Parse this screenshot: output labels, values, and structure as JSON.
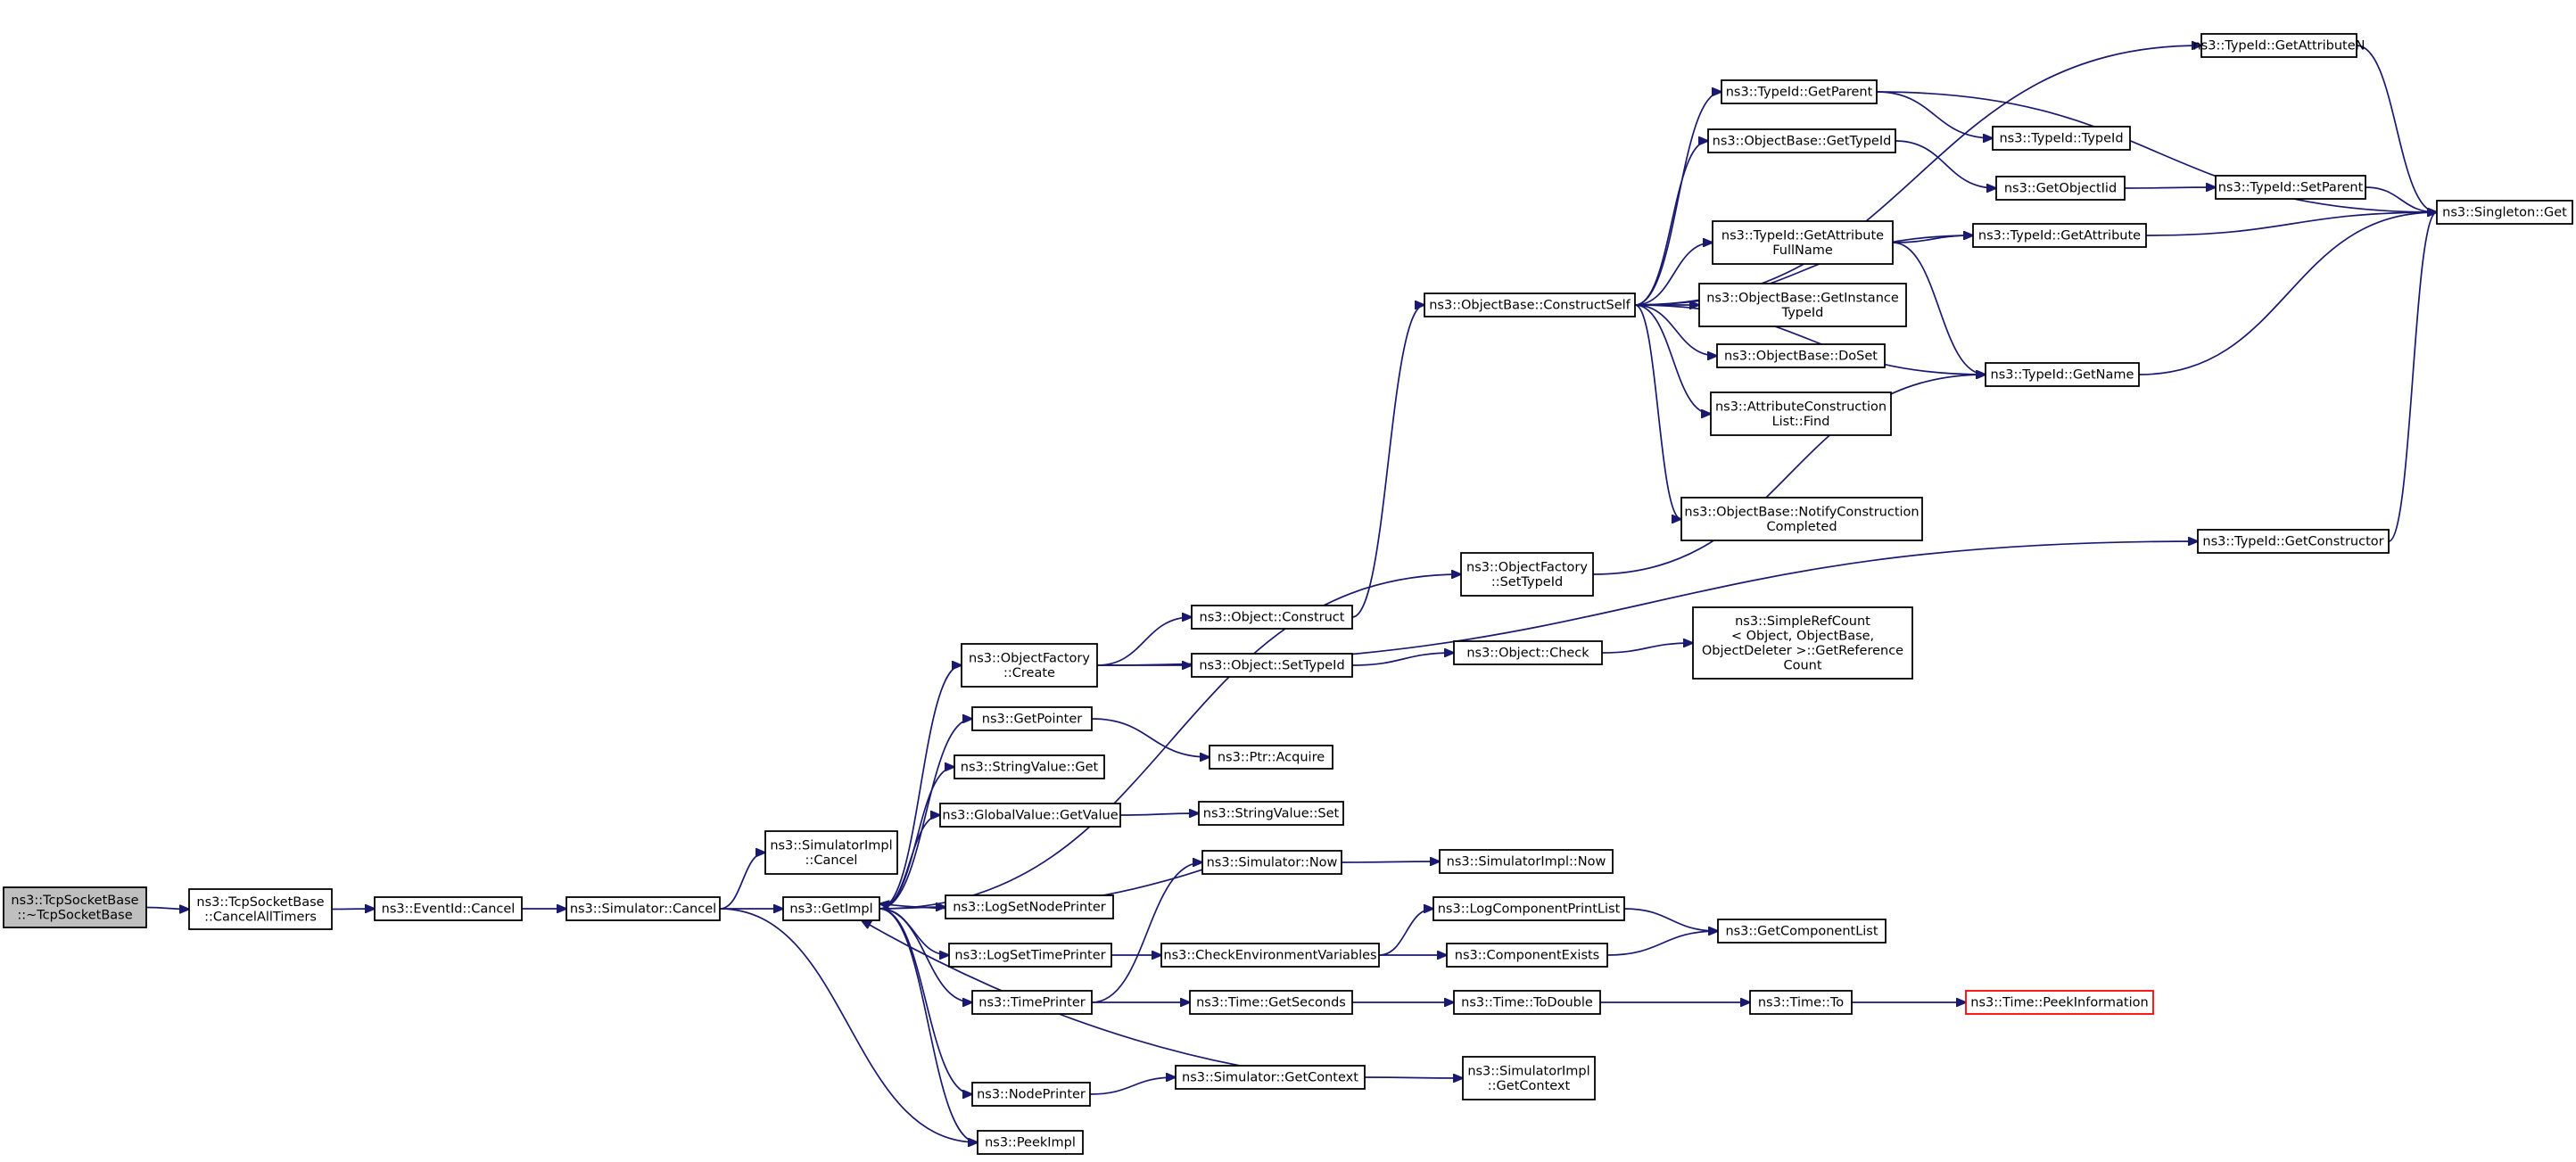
{
  "graph": {
    "root_id": "n0",
    "nodes": [
      {
        "id": "n0",
        "lines": [
          "ns3::TcpSocketBase",
          "::~TcpSocketBase"
        ],
        "root": true
      },
      {
        "id": "n1",
        "lines": [
          "ns3::TcpSocketBase",
          "::CancelAllTimers"
        ]
      },
      {
        "id": "n2",
        "lines": [
          "ns3::EventId::Cancel"
        ]
      },
      {
        "id": "n3",
        "lines": [
          "ns3::Simulator::Cancel"
        ]
      },
      {
        "id": "n4",
        "lines": [
          "ns3::SimulatorImpl",
          "::Cancel"
        ]
      },
      {
        "id": "n5",
        "lines": [
          "ns3::GetImpl"
        ]
      },
      {
        "id": "n6",
        "lines": [
          "ns3::PeekImpl"
        ]
      },
      {
        "id": "n7",
        "lines": [
          "ns3::ObjectFactory",
          "::Create"
        ]
      },
      {
        "id": "n8",
        "lines": [
          "ns3::GetPointer"
        ]
      },
      {
        "id": "n9",
        "lines": [
          "ns3::StringValue::Get"
        ]
      },
      {
        "id": "n10",
        "lines": [
          "ns3::GlobalValue::GetValue"
        ]
      },
      {
        "id": "n11",
        "lines": [
          "ns3::LogSetNodePrinter"
        ]
      },
      {
        "id": "n12",
        "lines": [
          "ns3::LogSetTimePrinter"
        ]
      },
      {
        "id": "n13",
        "lines": [
          "ns3::TimePrinter"
        ]
      },
      {
        "id": "n14",
        "lines": [
          "ns3::NodePrinter"
        ]
      },
      {
        "id": "n15",
        "lines": [
          "ns3::ObjectFactory",
          "::SetTypeId"
        ]
      },
      {
        "id": "n16",
        "lines": [
          "ns3::Object::Construct"
        ]
      },
      {
        "id": "n17",
        "lines": [
          "ns3::Object::SetTypeId"
        ]
      },
      {
        "id": "n18",
        "lines": [
          "ns3::Ptr::Acquire"
        ]
      },
      {
        "id": "n19",
        "lines": [
          "ns3::StringValue::Set"
        ]
      },
      {
        "id": "n20",
        "lines": [
          "ns3::Simulator::Now"
        ]
      },
      {
        "id": "n21",
        "lines": [
          "ns3::CheckEnvironmentVariables"
        ]
      },
      {
        "id": "n22",
        "lines": [
          "ns3::Time::GetSeconds"
        ]
      },
      {
        "id": "n23",
        "lines": [
          "ns3::Simulator::GetContext"
        ]
      },
      {
        "id": "n24",
        "lines": [
          "ns3::ObjectBase::ConstructSelf"
        ]
      },
      {
        "id": "n25",
        "lines": [
          "ns3::Object::Check"
        ]
      },
      {
        "id": "n26",
        "lines": [
          "ns3::SimulatorImpl::Now"
        ]
      },
      {
        "id": "n27",
        "lines": [
          "ns3::LogComponentPrintList"
        ]
      },
      {
        "id": "n28",
        "lines": [
          "ns3::ComponentExists"
        ]
      },
      {
        "id": "n29",
        "lines": [
          "ns3::Time::ToDouble"
        ]
      },
      {
        "id": "n30",
        "lines": [
          "ns3::SimulatorImpl",
          "::GetContext"
        ]
      },
      {
        "id": "n31",
        "lines": [
          "ns3::TypeId::GetParent"
        ]
      },
      {
        "id": "n32",
        "lines": [
          "ns3::ObjectBase::GetTypeId"
        ]
      },
      {
        "id": "n33",
        "lines": [
          "ns3::TypeId::GetAttribute",
          "FullName"
        ]
      },
      {
        "id": "n34",
        "lines": [
          "ns3::ObjectBase::GetInstance",
          "TypeId"
        ]
      },
      {
        "id": "n35",
        "lines": [
          "ns3::ObjectBase::DoSet"
        ]
      },
      {
        "id": "n36",
        "lines": [
          "ns3::AttributeConstruction",
          "List::Find"
        ]
      },
      {
        "id": "n37",
        "lines": [
          "ns3::ObjectBase::NotifyConstruction",
          "Completed"
        ]
      },
      {
        "id": "n38",
        "lines": [
          "ns3::SimpleRefCount",
          "< Object, ObjectBase,",
          " ObjectDeleter >::GetReference",
          "Count"
        ]
      },
      {
        "id": "n39",
        "lines": [
          "ns3::GetComponentList"
        ]
      },
      {
        "id": "n40",
        "lines": [
          "ns3::Time::To"
        ]
      },
      {
        "id": "n41",
        "lines": [
          "ns3::TypeId::GetAttributeN"
        ]
      },
      {
        "id": "n42",
        "lines": [
          "ns3::TypeId::TypeId"
        ]
      },
      {
        "id": "n43",
        "lines": [
          "ns3::GetObjectIid"
        ]
      },
      {
        "id": "n44",
        "lines": [
          "ns3::TypeId::GetAttribute"
        ]
      },
      {
        "id": "n45",
        "lines": [
          "ns3::TypeId::GetName"
        ]
      },
      {
        "id": "n46",
        "lines": [
          "ns3::TypeId::GetConstructor"
        ]
      },
      {
        "id": "n47",
        "lines": [
          "ns3::Time::PeekInformation"
        ],
        "truncated": true
      },
      {
        "id": "n48",
        "lines": [
          "ns3::TypeId::SetParent"
        ]
      },
      {
        "id": "n49",
        "lines": [
          "ns3::Singleton::Get"
        ]
      }
    ],
    "edges": [
      [
        "n0",
        "n1"
      ],
      [
        "n1",
        "n2"
      ],
      [
        "n2",
        "n3"
      ],
      [
        "n3",
        "n4"
      ],
      [
        "n3",
        "n5"
      ],
      [
        "n3",
        "n6"
      ],
      [
        "n5",
        "n6"
      ],
      [
        "n5",
        "n7"
      ],
      [
        "n5",
        "n8"
      ],
      [
        "n5",
        "n9"
      ],
      [
        "n5",
        "n10"
      ],
      [
        "n5",
        "n11"
      ],
      [
        "n5",
        "n12"
      ],
      [
        "n5",
        "n13"
      ],
      [
        "n5",
        "n14"
      ],
      [
        "n5",
        "n15"
      ],
      [
        "n7",
        "n16"
      ],
      [
        "n7",
        "n17"
      ],
      [
        "n7",
        "n46"
      ],
      [
        "n8",
        "n18"
      ],
      [
        "n10",
        "n19"
      ],
      [
        "n12",
        "n21"
      ],
      [
        "n13",
        "n20"
      ],
      [
        "n13",
        "n22"
      ],
      [
        "n14",
        "n23"
      ],
      [
        "n20",
        "n5"
      ],
      [
        "n20",
        "n26"
      ],
      [
        "n23",
        "n5"
      ],
      [
        "n23",
        "n30"
      ],
      [
        "n16",
        "n24"
      ],
      [
        "n17",
        "n25"
      ],
      [
        "n25",
        "n38"
      ],
      [
        "n15",
        "n45"
      ],
      [
        "n21",
        "n27"
      ],
      [
        "n21",
        "n28"
      ],
      [
        "n27",
        "n39"
      ],
      [
        "n28",
        "n39"
      ],
      [
        "n22",
        "n29"
      ],
      [
        "n29",
        "n40"
      ],
      [
        "n40",
        "n47"
      ],
      [
        "n24",
        "n31"
      ],
      [
        "n24",
        "n32"
      ],
      [
        "n24",
        "n33"
      ],
      [
        "n24",
        "n34"
      ],
      [
        "n24",
        "n35"
      ],
      [
        "n24",
        "n36"
      ],
      [
        "n24",
        "n37"
      ],
      [
        "n24",
        "n41"
      ],
      [
        "n24",
        "n44"
      ],
      [
        "n24",
        "n45"
      ],
      [
        "n31",
        "n42"
      ],
      [
        "n31",
        "n49"
      ],
      [
        "n32",
        "n43"
      ],
      [
        "n43",
        "n48"
      ],
      [
        "n33",
        "n44"
      ],
      [
        "n33",
        "n45"
      ],
      [
        "n44",
        "n49"
      ],
      [
        "n45",
        "n49"
      ],
      [
        "n41",
        "n49"
      ],
      [
        "n46",
        "n49"
      ],
      [
        "n48",
        "n49"
      ]
    ]
  }
}
